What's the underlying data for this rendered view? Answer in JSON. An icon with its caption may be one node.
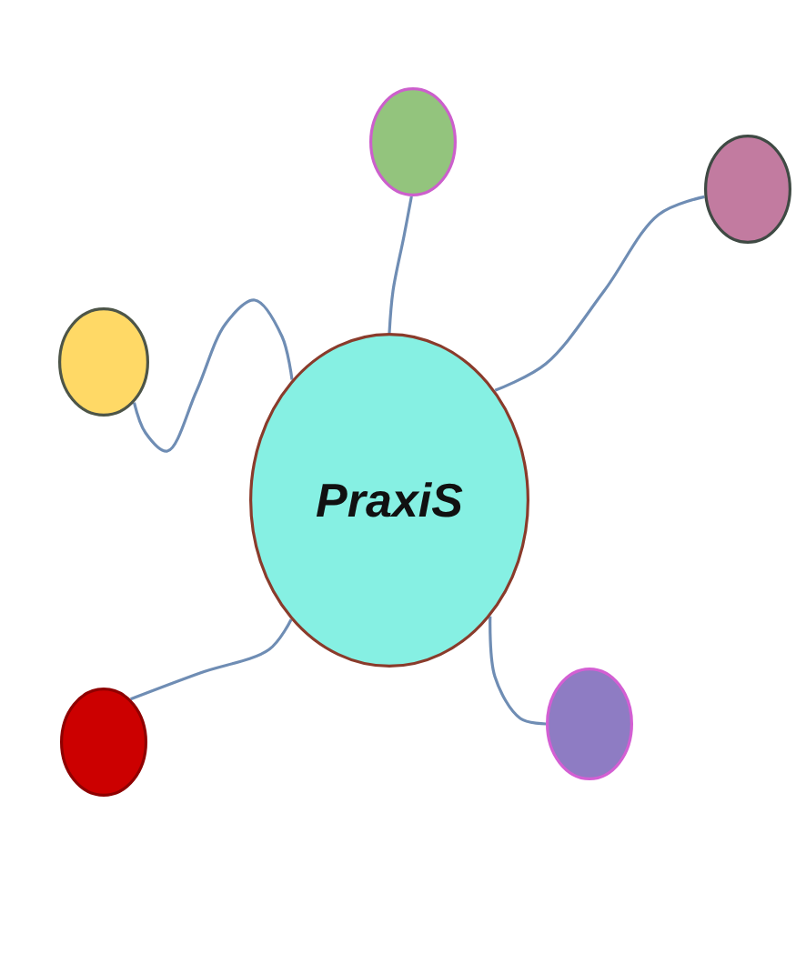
{
  "diagram": {
    "nodes": [
      {
        "text": [
          "PraxiS"
        ]
      },
      {
        "text": [],
        "shape": "circle"
      },
      {
        "text": [],
        "shape": "circle"
      },
      {
        "text": [],
        "shape": "circle"
      },
      {
        "text": [],
        "shape": "circle"
      },
      {
        "text": [],
        "shape": "circle"
      }
    ],
    "edges": [
      {
        "from": 0,
        "to": 1,
        "arrow": "none"
      },
      {
        "from": 0,
        "to": 2,
        "arrow": "none"
      },
      {
        "from": 0,
        "to": 3,
        "arrow": "none"
      },
      {
        "from": 0,
        "to": 4,
        "arrow": "none"
      },
      {
        "from": 0,
        "to": 5,
        "arrow": "none"
      }
    ]
  }
}
